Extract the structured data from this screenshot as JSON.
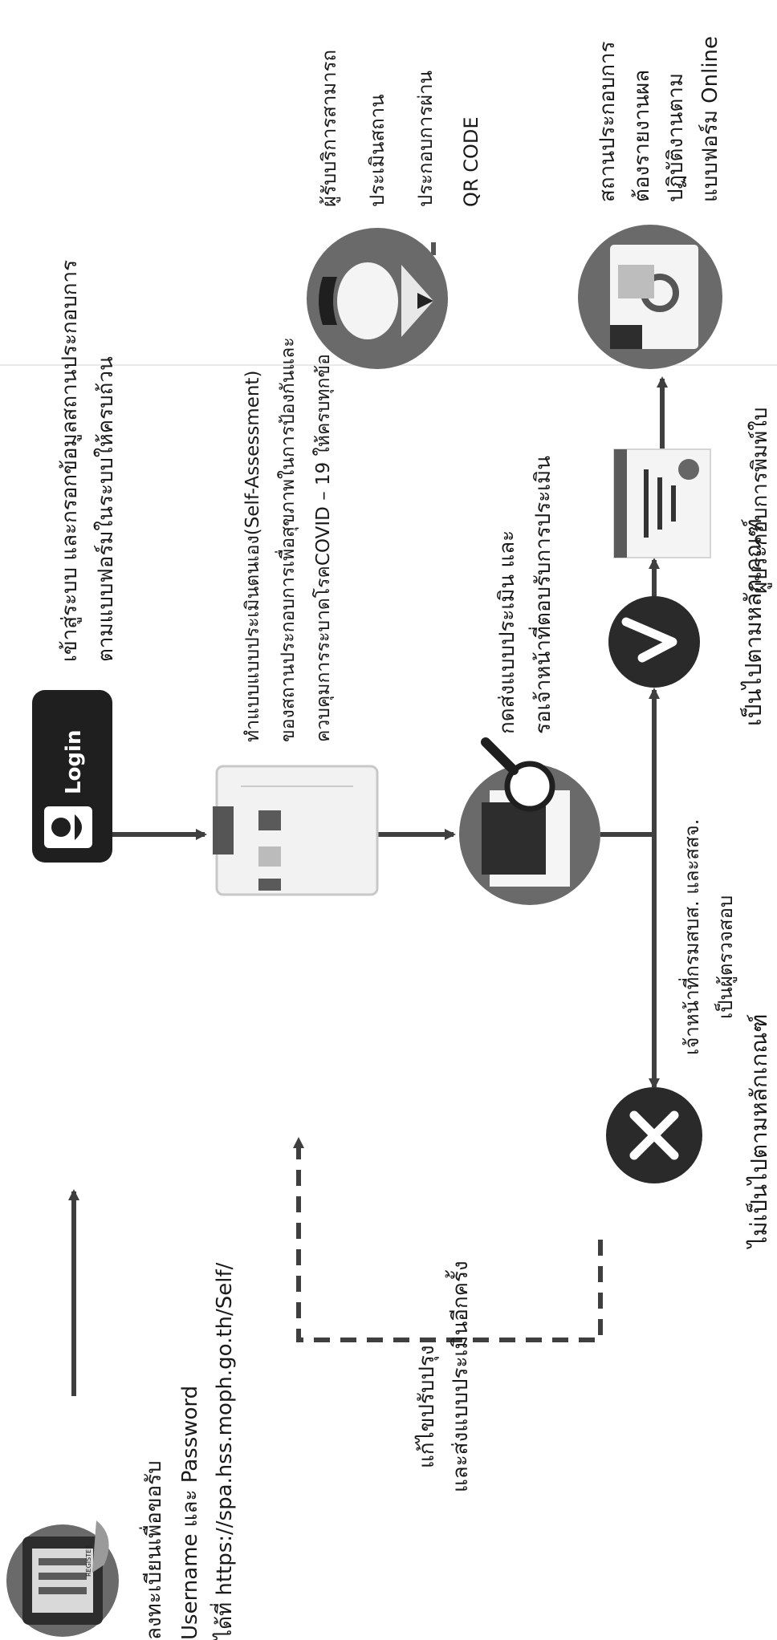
{
  "colors": {
    "arrow": "#3f3f3f",
    "icon_circle": "#6a6a6a",
    "icon_dark": "#2d2d2d",
    "text": "#1a1a1a"
  },
  "steps": {
    "register": {
      "icon": "tablet-register-icon",
      "button_text": "REGISTER",
      "lines": [
        "ลงทะเบียนเพื่อขอรับ",
        "Username และ Password",
        "ได้ที่ https://spa.hss.moph.go.th/Self/"
      ]
    },
    "login": {
      "icon": "login-icon",
      "button_text": "Login",
      "lines": [
        "เข้าสู่ระบบ และกรอกข้อมูลสถานประกอบการ",
        "ตามแบบฟอร์มในระบบให้ครบถ้วน"
      ]
    },
    "self_assessment": {
      "icon": "clipboard-chart-icon",
      "lines": [
        "ทำแบบแบบประเมินตนเอง(Self-Assessment)",
        "ของสถานประกอบการเพื่อสุขภาพในการป้องกันและ",
        "ควบคุมการระบาดโรคCOVID – 19 ให้ครบทุกข้อ"
      ]
    },
    "submit": {
      "icon": "document-magnifier-icon",
      "lines": [
        "กดส่งแบบประเมิน และ",
        "รอเจ้าหน้าที่ตอบรับการประเมิน"
      ]
    },
    "reviewer": {
      "lines": [
        "เจ้าหน้าที่กรมสบส. และสสจ.",
        "เป็นผู้ตรวจสอบ"
      ]
    },
    "fail": {
      "icon": "x-mark-icon",
      "lines": [
        "ไม่เป็นไปตามหลักเกณฑ์"
      ]
    },
    "revise": {
      "lines": [
        "แก้ไขปรับปรุง",
        "และส่งแบบประเมินอีกครั้ง"
      ]
    },
    "pass": {
      "icon": "check-mark-icon",
      "lines": [
        "เป็นไปตามหลักเกณฑ์"
      ]
    },
    "certificate": {
      "icon": "certificate-icon",
      "lines": [
        "ผู้ประกอบการพิมพ์ใบ"
      ]
    },
    "report": {
      "icon": "monitor-gear-icon",
      "lines": [
        "สถานประกอบการ",
        "ต้องรายงานผล",
        "ปฏิบัติงานตาม",
        "แบบฟอร์ม Online"
      ]
    },
    "customer": {
      "icon": "person-face-icon",
      "lines": [
        "ผู้รับบริการสามารถ",
        "ประเมินสถาน",
        "ประกอบการผ่าน",
        "QR CODE"
      ]
    }
  }
}
